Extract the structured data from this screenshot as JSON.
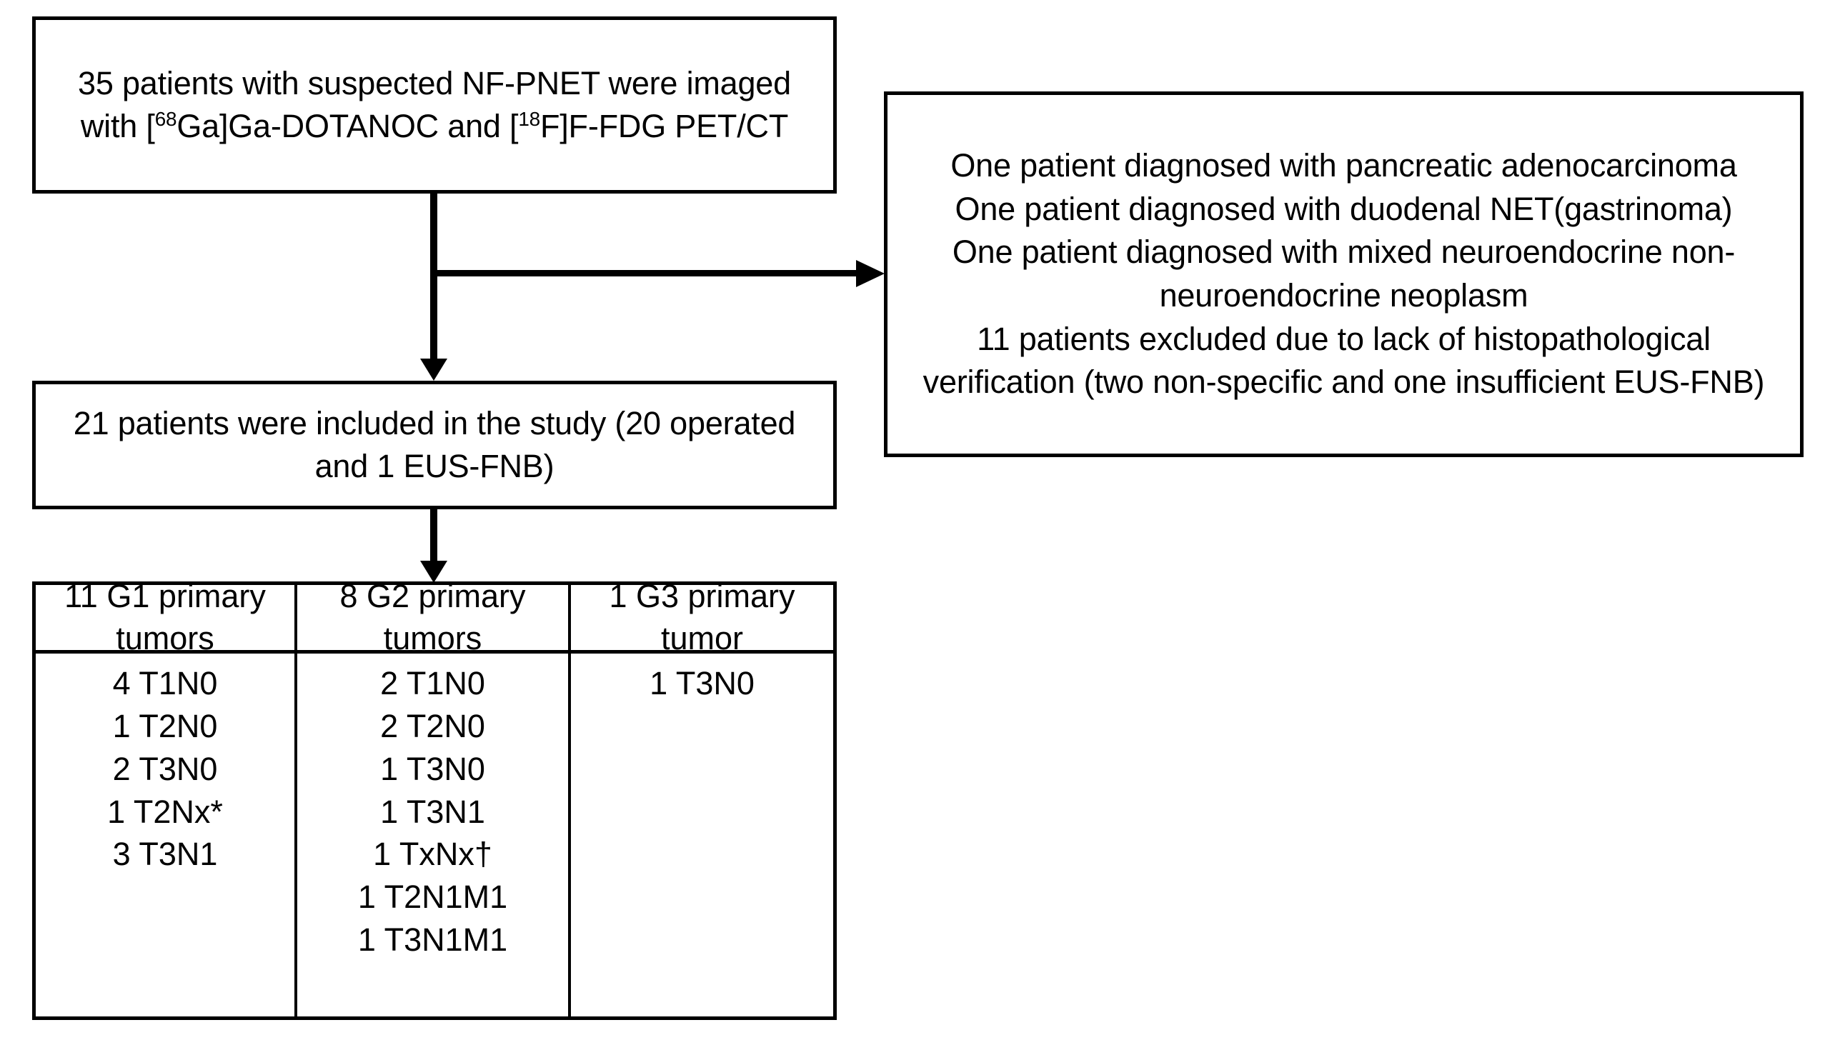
{
  "diagram": {
    "title": "NF-PNET patient inclusion flowchart",
    "line_color": "#000000",
    "background_color": "#ffffff",
    "text_color": "#000000"
  },
  "cohort_box": {
    "text": "35 patients with suspected NF-PNET were imaged with [68Ga]Ga-DOTANOC and [18F]F-FDG PET/CT",
    "line1_prefix": "35 patients with suspected NF-PNET were imaged with [",
    "sup1": "68",
    "line1_mid": "Ga]Ga-DOTANOC and [",
    "sup2": "18",
    "line1_suffix": "F]F-FDG PET/CT"
  },
  "exclusions_box": {
    "lines": [
      "One patient diagnosed with pancreatic adenocarcinoma",
      "One patient diagnosed with duodenal NET(gastrinoma)",
      "One patient diagnosed with mixed neuroendocrine non-neuroendocrine neoplasm",
      "11 patients excluded due to lack of histopathological verification (two non-specific and one insufficient EUS-FNB)"
    ],
    "text": "One patient diagnosed with pancreatic adenocarcinoma\nOne patient diagnosed with duodenal NET(gastrinoma)\nOne patient diagnosed with mixed neuroendocrine non-neuroendocrine neoplasm\n11 patients excluded due to lack of histopathological verification (two non-specific and one insufficient EUS-FNB)"
  },
  "included_box": {
    "text": "21 patients were included in the study (20 operated and 1 EUS-FNB)"
  },
  "grade_table": {
    "columns": [
      {
        "header": "11 G1 primary tumors",
        "count": 11,
        "grade": "G1",
        "stages": [
          "4 T1N0",
          "1 T2N0",
          "2 T3N0",
          "1 T2Nx*",
          "3 T3N1"
        ]
      },
      {
        "header": "8 G2 primary tumors",
        "count": 8,
        "grade": "G2",
        "stages": [
          "2 T1N0",
          "2 T2N0",
          "1 T3N0",
          "1 T3N1",
          "1 TxNx†",
          "1 T2N1M1",
          "1 T3N1M1"
        ]
      },
      {
        "header": "1 G3 primary tumor",
        "count": 1,
        "grade": "G3",
        "stages": [
          "1 T3N0"
        ]
      }
    ]
  },
  "flow": {
    "connector_1": "cohort-box to included-box (down arrow)",
    "connector_2": "cohort-box to exclusions-box (right arrow)",
    "connector_3": "included-box to grade-table (down arrow)"
  }
}
